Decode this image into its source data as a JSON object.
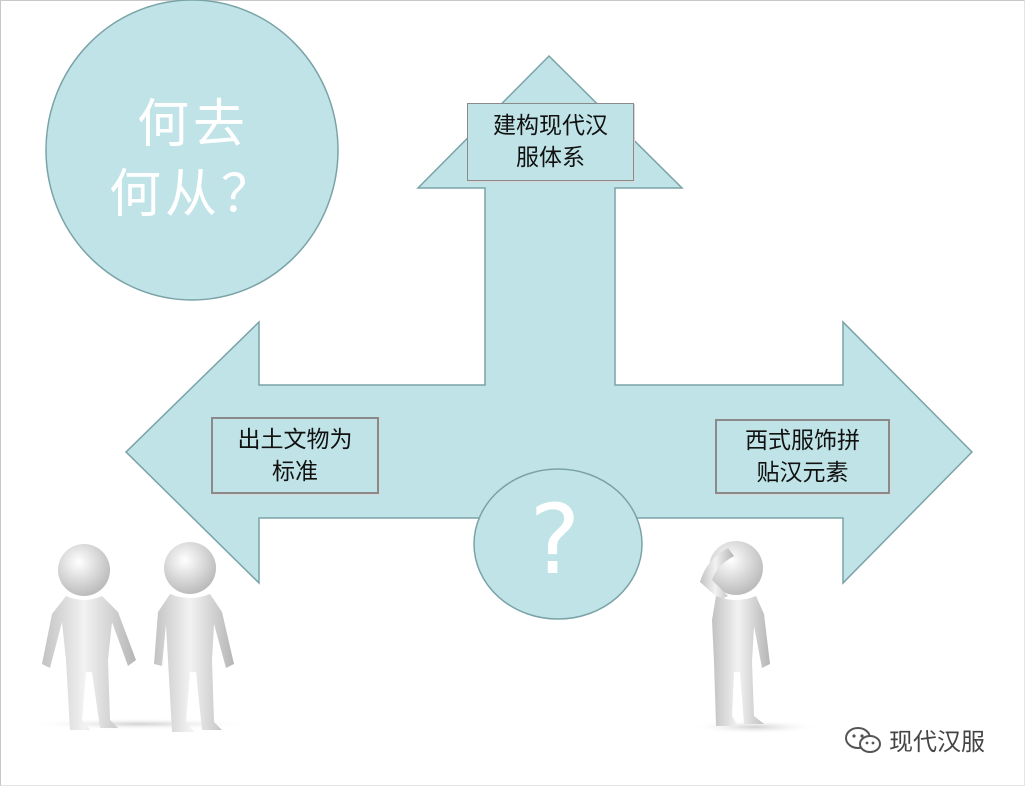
{
  "colors": {
    "shape_fill": "#bfe3e6",
    "shape_stroke": "#7aa3a8",
    "text_light": "#ffffff",
    "figure_gray": "#d9d9d9"
  },
  "heading_circle": {
    "line1": "何去",
    "line2": "何从？"
  },
  "center_circle": {
    "symbol": "?"
  },
  "options": {
    "top": {
      "line1": "建构现代汉",
      "line2": "服体系"
    },
    "left": {
      "line1": "出土文物为",
      "line2": "标准"
    },
    "right": {
      "line1": "西式服饰拼",
      "line2": "贴汉元素"
    }
  },
  "figures": {
    "pair_icon": "standing-people-pair-figure",
    "thinker_icon": "thinking-person-figure"
  },
  "watermark": {
    "icon": "wechat-icon",
    "text": "现代汉服"
  }
}
